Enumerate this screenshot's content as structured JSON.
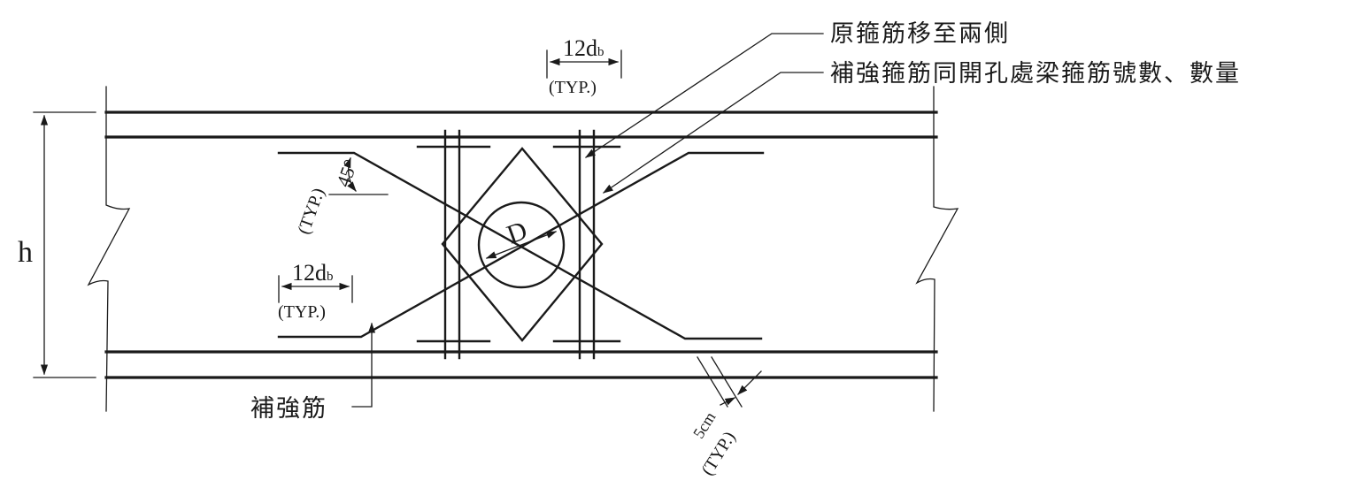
{
  "labels": {
    "callout_1": "原箍筋移至兩側",
    "callout_2": "補強箍筋同開孔處梁箍筋號數、數量",
    "reinforcement": "補強筋",
    "height": "h",
    "diameter": "D",
    "dev_top": "12d",
    "dev_top_sub": "b",
    "typ_top": "(TYP.)",
    "dev_mid": "12d",
    "dev_mid_sub": "b",
    "typ_mid": "(TYP.)",
    "angle": "45°",
    "typ_angle": "(TYP.)",
    "spacing": "5cm",
    "typ_spacing": "(TYP.)"
  },
  "colors": {
    "ink": "#1a1a1a",
    "background": "#ffffff"
  }
}
